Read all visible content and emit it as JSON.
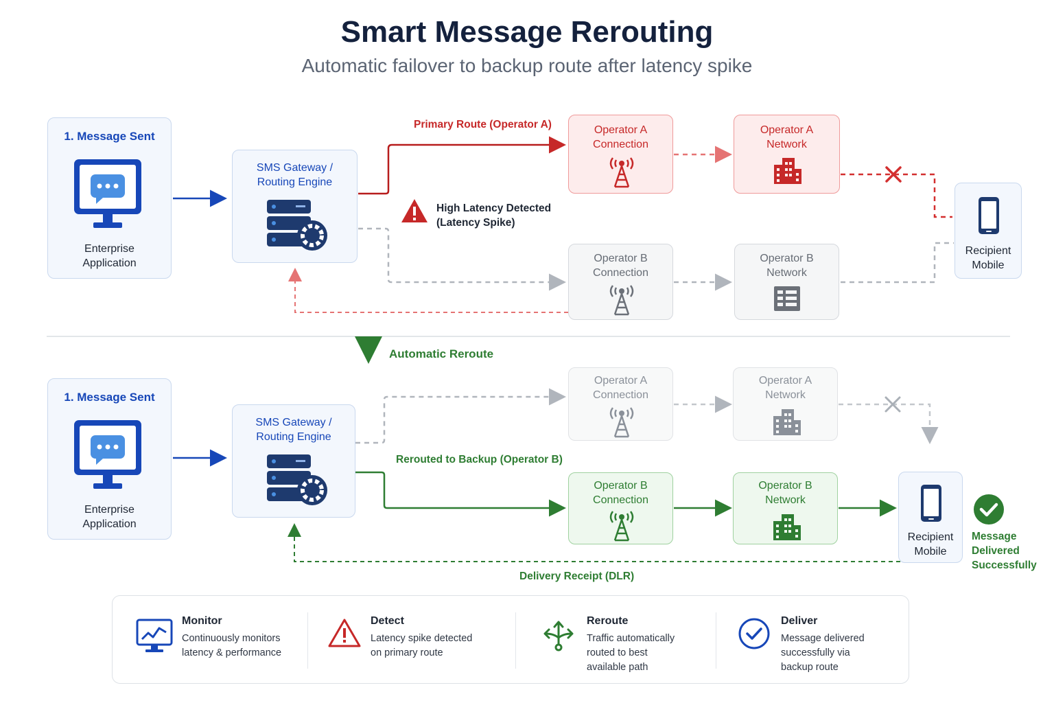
{
  "header": {
    "title": "Smart Message Rerouting",
    "subtitle": "Automatic failover to backup route after latency spike"
  },
  "top": {
    "app_step": "1. Message Sent",
    "app_label": "Enterprise\nApplication",
    "gateway_label": "SMS Gateway /\nRouting Engine",
    "primary_route_label": "Primary Route (Operator A)",
    "alert_label": "High Latency Detected\n(Latency Spike)",
    "opa_conn": "Operator A\nConnection",
    "opa_net": "Operator A\nNetwork",
    "opb_conn": "Operator B\nConnection",
    "opb_net": "Operator B\nNetwork",
    "recipient": "Recipient\nMobile"
  },
  "divider": {
    "reroute_label": "Automatic Reroute"
  },
  "bottom": {
    "app_step": "1. Message Sent",
    "app_label": "Enterprise\nApplication",
    "gateway_label": "SMS Gateway /\nRouting Engine",
    "opa_conn": "Operator A\nConnection",
    "opa_net": "Operator A\nNetwork",
    "backup_label": "Rerouted to Backup (Operator B)",
    "opb_conn": "Operator B\nConnection",
    "opb_net": "Operator B\nNetwork",
    "recipient": "Recipient\nMobile",
    "delivered": "Message\nDelivered\nSuccessfully",
    "dlr_label": "Delivery Receipt (DLR)"
  },
  "legend": [
    {
      "icon": "monitor-chart-icon",
      "title": "Monitor",
      "text": "Continuously monitors\nlatency & performance"
    },
    {
      "icon": "warning-triangle-icon",
      "title": "Detect",
      "text": "Latency spike detected\non primary route"
    },
    {
      "icon": "split-arrows-icon",
      "title": "Reroute",
      "text": "Traffic automatically\nrouted to best\navailable path"
    },
    {
      "icon": "check-circle-icon",
      "title": "Deliver",
      "text": "Message delivered\nsuccessfully via\nbackup route"
    }
  ],
  "colors": {
    "blue": "#1747b8",
    "red": "#c62828",
    "green": "#2e7d32",
    "gray": "#9aa0a8",
    "navy": "#1e3a6e"
  }
}
